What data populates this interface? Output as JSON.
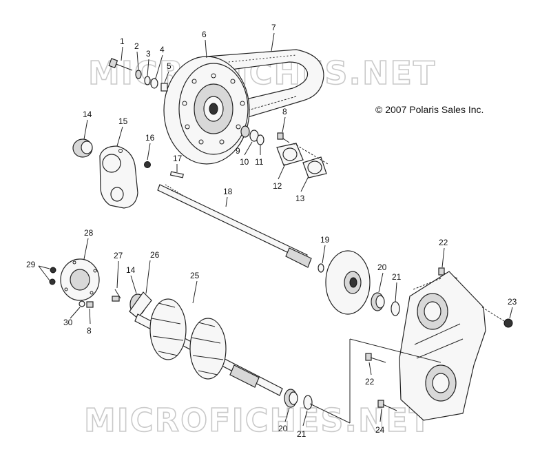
{
  "copyright": "© 2007 Polaris Sales Inc.",
  "watermark": "MICROFICHES.NET",
  "callouts": [
    {
      "id": "c1",
      "text": "1"
    },
    {
      "id": "c2",
      "text": "2"
    },
    {
      "id": "c3",
      "text": "3"
    },
    {
      "id": "c4",
      "text": "4"
    },
    {
      "id": "c5",
      "text": "5"
    },
    {
      "id": "c6",
      "text": "6"
    },
    {
      "id": "c7",
      "text": "7"
    },
    {
      "id": "c8a",
      "text": "8"
    },
    {
      "id": "c9",
      "text": "9"
    },
    {
      "id": "c10",
      "text": "10"
    },
    {
      "id": "c11",
      "text": "11"
    },
    {
      "id": "c12",
      "text": "12"
    },
    {
      "id": "c13",
      "text": "13"
    },
    {
      "id": "c14a",
      "text": "14"
    },
    {
      "id": "c15",
      "text": "15"
    },
    {
      "id": "c16",
      "text": "16"
    },
    {
      "id": "c17",
      "text": "17"
    },
    {
      "id": "c18",
      "text": "18"
    },
    {
      "id": "c19",
      "text": "19"
    },
    {
      "id": "c20a",
      "text": "20"
    },
    {
      "id": "c21a",
      "text": "21"
    },
    {
      "id": "c22a",
      "text": "22"
    },
    {
      "id": "c23",
      "text": "23"
    },
    {
      "id": "c28",
      "text": "28"
    },
    {
      "id": "c29",
      "text": "29"
    },
    {
      "id": "c27",
      "text": "27"
    },
    {
      "id": "c14b",
      "text": "14"
    },
    {
      "id": "c26",
      "text": "26"
    },
    {
      "id": "c25",
      "text": "25"
    },
    {
      "id": "c30",
      "text": "30"
    },
    {
      "id": "c8b",
      "text": "8"
    },
    {
      "id": "c22b",
      "text": "22"
    },
    {
      "id": "c20b",
      "text": "20"
    },
    {
      "id": "c21b",
      "text": "21"
    },
    {
      "id": "c24",
      "text": "24"
    }
  ]
}
